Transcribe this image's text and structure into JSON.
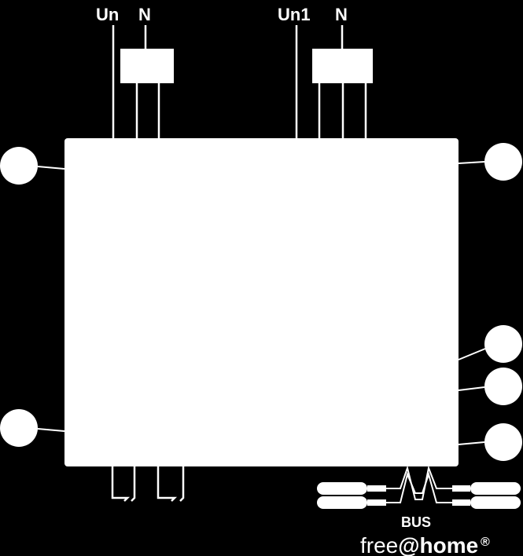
{
  "diagram": {
    "terminals_left": {
      "un_label": "Un",
      "n_label": "N"
    },
    "terminals_right": {
      "un1_label": "Un1",
      "n_label": "N"
    },
    "bus": {
      "label": "BUS"
    },
    "brand": {
      "part1": "free",
      "part2": "@home",
      "mark": "®"
    },
    "colors": {
      "background": "#000000",
      "foreground": "#ffffff"
    }
  }
}
